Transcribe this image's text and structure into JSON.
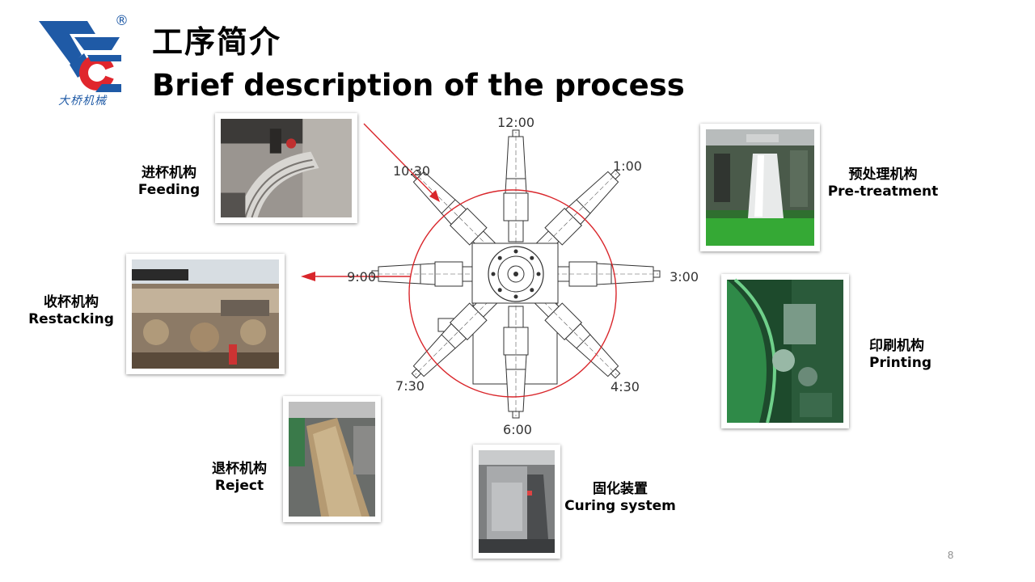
{
  "header": {
    "title_cn": "工序简介",
    "title_en": "Brief description of the process",
    "logo_text": "大桥机械",
    "registered_mark": "®"
  },
  "stations": [
    {
      "cn": "进杯机构",
      "en": "Feeding"
    },
    {
      "cn": "预处理机构",
      "en": "Pre-treatment"
    },
    {
      "cn": "收杯机构",
      "en": "Restacking"
    },
    {
      "cn": "印刷机构",
      "en": "Printing"
    },
    {
      "cn": "退杯机构",
      "en": "Reject"
    },
    {
      "cn": "固化装置",
      "en": "Curing system"
    }
  ],
  "diagram": {
    "clock_labels": [
      "12:00",
      "1:00",
      "3:00",
      "4:30",
      "6:00",
      "7:30",
      "9:00",
      "10:30"
    ],
    "circle_color": "#d9262b"
  },
  "colors": {
    "brand_blue": "#1f5aa6",
    "brand_red": "#e0262d",
    "arrow_red": "#d9262b"
  },
  "page_number": "8"
}
